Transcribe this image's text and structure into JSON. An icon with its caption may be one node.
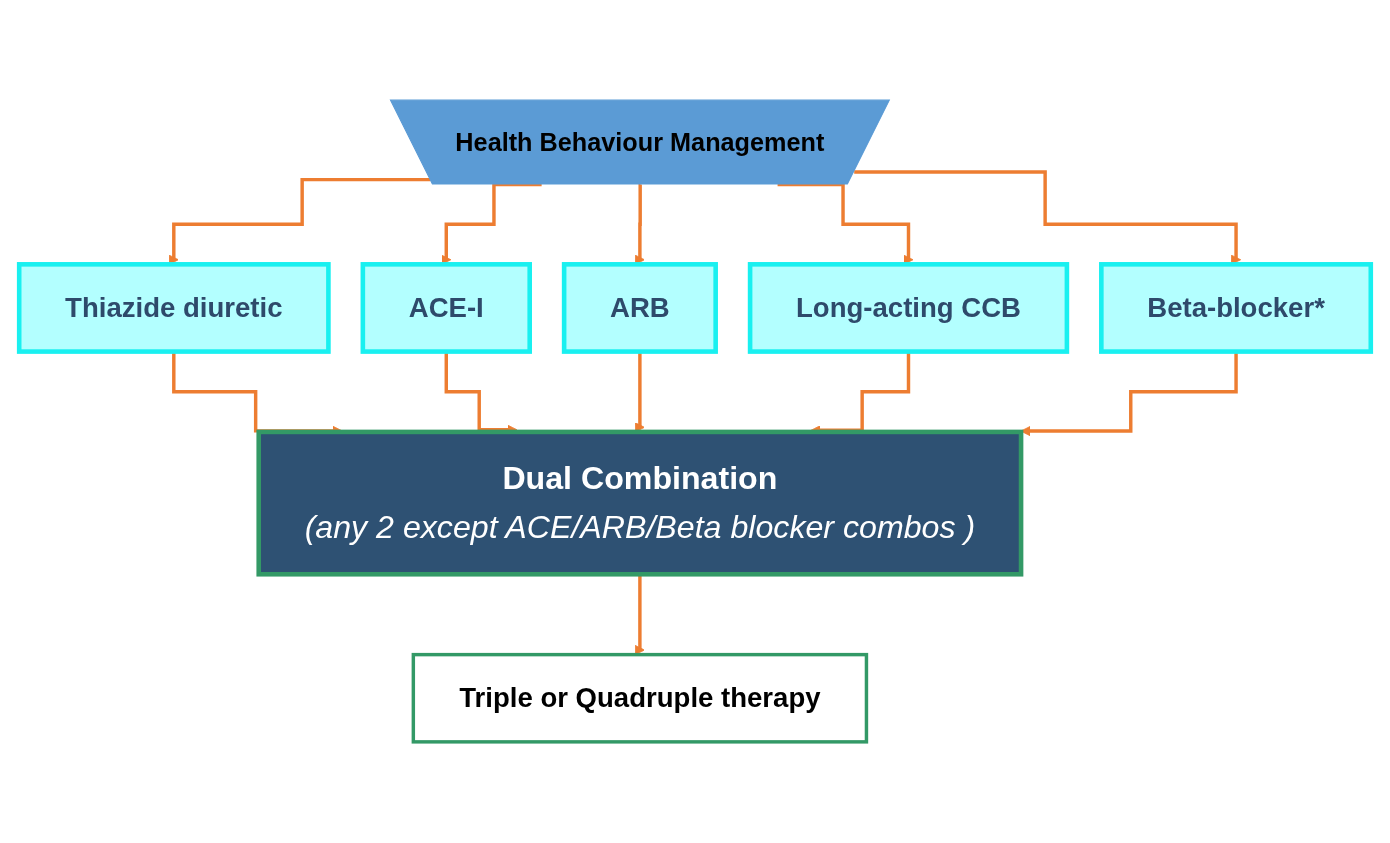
{
  "diagram": {
    "nodes": [
      {
        "text": [
          "Health Behaviour Management"
        ]
      },
      {
        "text": [
          "Thiazide diuretic"
        ]
      },
      {
        "text": [
          "ACE-I"
        ]
      },
      {
        "text": [
          "ARB"
        ]
      },
      {
        "text": [
          "Long-acting CCB"
        ]
      },
      {
        "text": [
          "Beta-blocker*"
        ]
      },
      {
        "text": [
          "Dual Combination",
          "(any 2 except ACE/ARB/Beta blocker combos )"
        ]
      },
      {
        "text": [
          "Triple or Quadruple therapy"
        ]
      }
    ],
    "edges": [
      {
        "from": 0,
        "to": 1,
        "arrow": "to"
      },
      {
        "from": 0,
        "to": 2,
        "arrow": "to"
      },
      {
        "from": 0,
        "to": 3,
        "arrow": "to"
      },
      {
        "from": 0,
        "to": 4,
        "arrow": "to"
      },
      {
        "from": 0,
        "to": 5,
        "arrow": "to"
      },
      {
        "from": 1,
        "to": 6,
        "arrow": "to"
      },
      {
        "from": 2,
        "to": 6,
        "arrow": "to"
      },
      {
        "from": 3,
        "to": 6,
        "arrow": "to"
      },
      {
        "from": 4,
        "to": 6,
        "arrow": "to"
      },
      {
        "from": 5,
        "to": 6,
        "arrow": "to"
      },
      {
        "from": 6,
        "to": 7,
        "arrow": "to"
      }
    ]
  }
}
